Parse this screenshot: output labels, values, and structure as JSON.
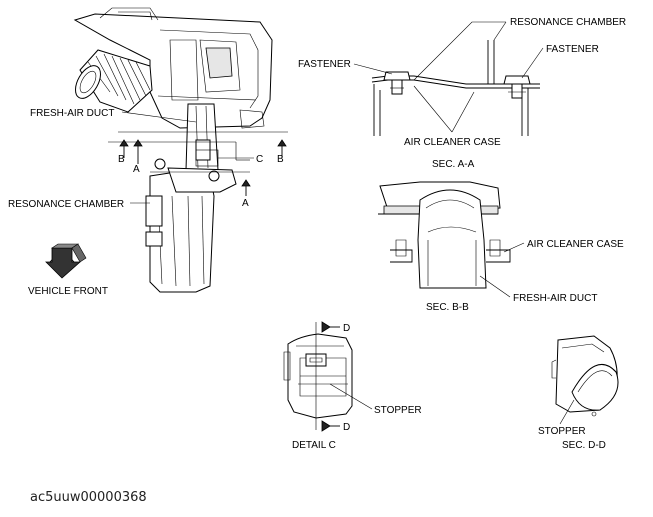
{
  "labels": {
    "resonance_chamber_top": "RESONANCE CHAMBER",
    "fastener_left": "FASTENER",
    "fastener_right": "FASTENER",
    "air_cleaner_case_a": "AIR CLEANER CASE",
    "sec_aa": "SEC. A-A",
    "fresh_air_duct_main": "FRESH-AIR DUCT",
    "resonance_chamber_main": "RESONANCE CHAMBER",
    "vehicle_front": "VEHICLE FRONT",
    "air_cleaner_case_b": "AIR CLEANER CASE",
    "fresh_air_duct_b": "FRESH-AIR DUCT",
    "sec_bb": "SEC. B-B",
    "stopper_c": "STOPPER",
    "detail_c": "DETAIL C",
    "stopper_d": "STOPPER",
    "sec_dd": "SEC. D-D",
    "image_code": "ac5uuw00000368"
  },
  "section_marks": {
    "b_left": "B",
    "a_left": "A",
    "c": "C",
    "b_right": "B",
    "a_bottom": "A",
    "d_top": "D",
    "d_bottom": "D"
  },
  "icons": [
    "vehicle-front-arrow-icon"
  ]
}
